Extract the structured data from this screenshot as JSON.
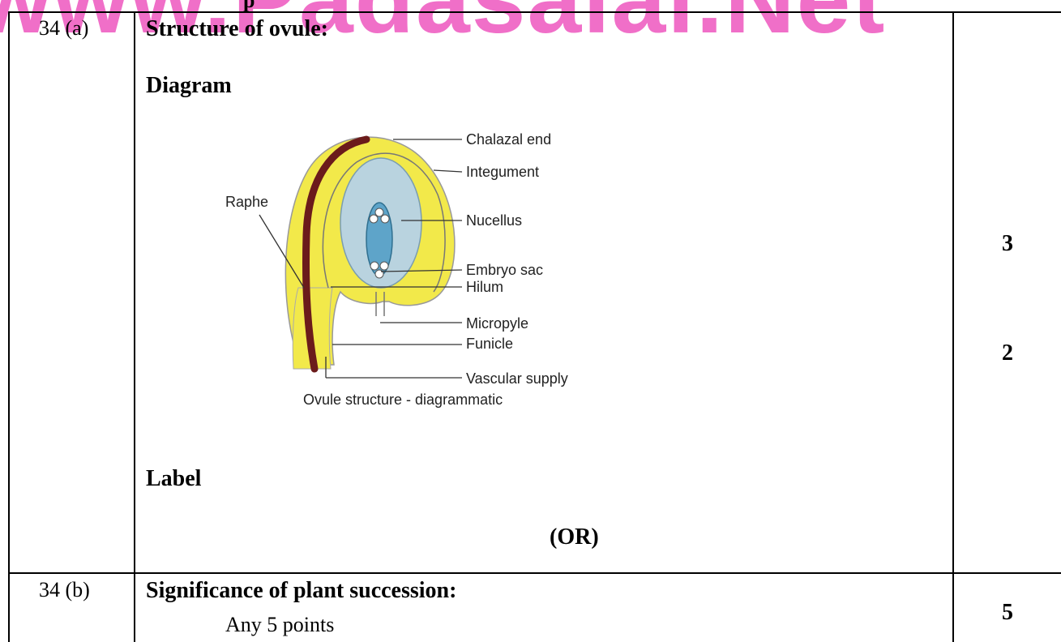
{
  "watermark": "www.Padasalai.Net",
  "top_cut_text": "p",
  "rows": [
    {
      "qno": "34 (a)",
      "heading": "Structure of ovule:",
      "subheading": "Diagram",
      "label_heading": "Label",
      "or_text": "(OR)",
      "marks_1": "3",
      "marks_2": "2"
    },
    {
      "qno": "34 (b)",
      "heading": "Significance of plant succession:",
      "detail": "Any 5 points",
      "marks": "5"
    }
  ],
  "diagram": {
    "labels": {
      "chalazal_end": "Chalazal end",
      "integument": "Integument",
      "raphe": "Raphe",
      "nucellus": "Nucellus",
      "embryo_sac": "Embryo sac",
      "hilum": "Hilum",
      "micropyle": "Micropyle",
      "funicle": "Funicle",
      "vascular_supply": "Vascular supply"
    },
    "caption": "Ovule structure - diagrammatic",
    "colors": {
      "integument_fill": "#f2e94a",
      "nucellus_fill": "#b9d3df",
      "embryo_sac_fill": "#5ea4c9",
      "vascular_strand": "#6b1b1b"
    }
  }
}
